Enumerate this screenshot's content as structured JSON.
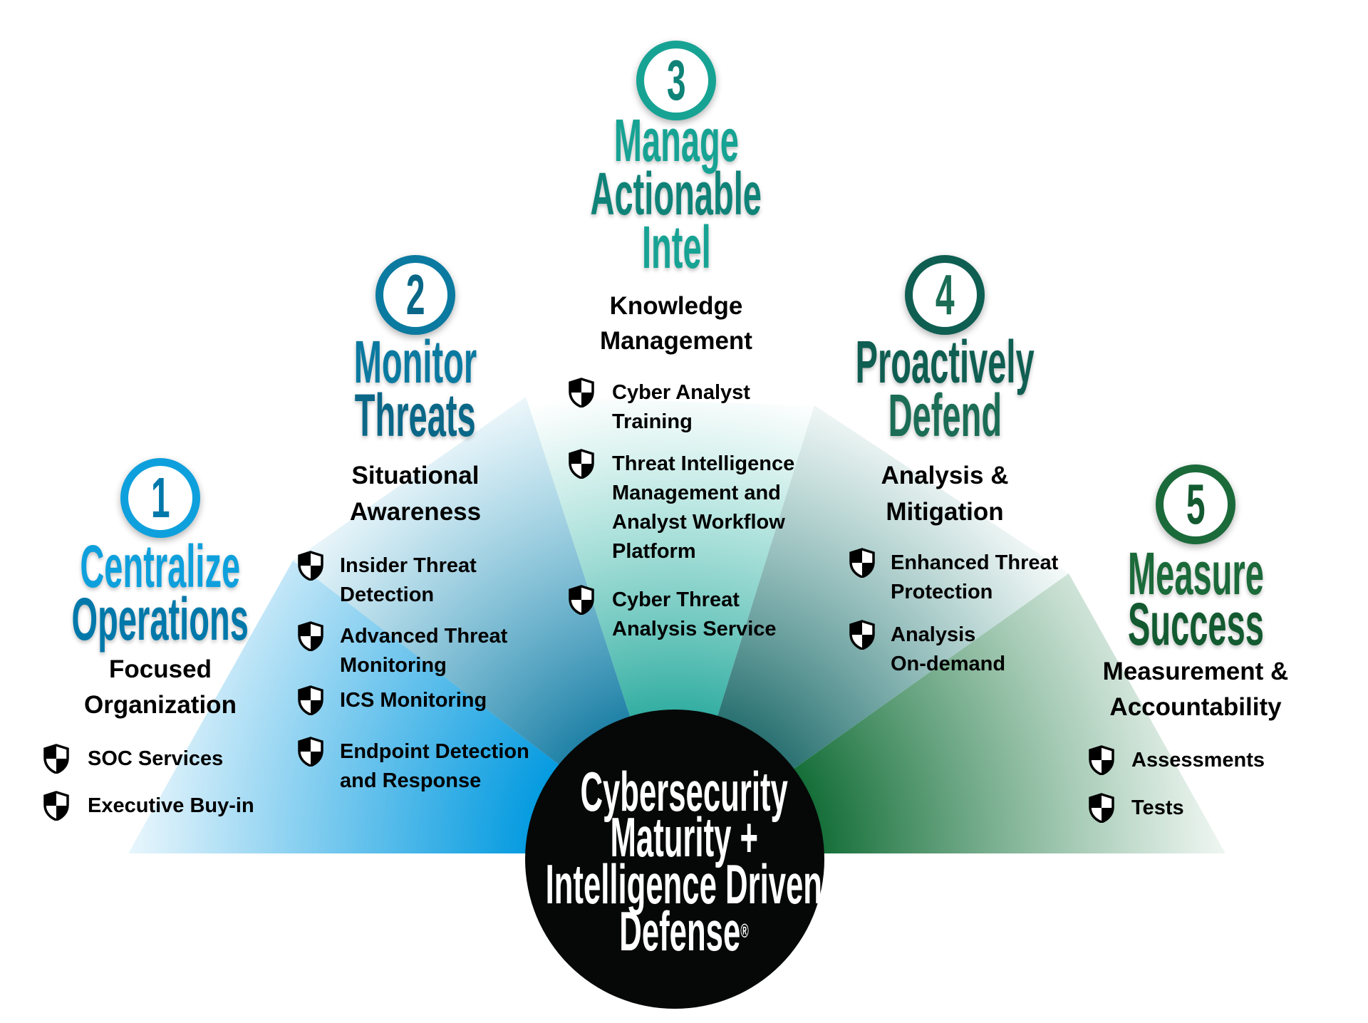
{
  "center": {
    "lines": [
      "Cybersecurity",
      "Maturity +",
      "Intelligence Driven",
      "Defense"
    ],
    "registered_mark": "®"
  },
  "colors": {
    "step1": "#0ea0dc",
    "step2": "#0b7aa0",
    "step3": "#17a394",
    "step4": "#0f5e52",
    "step5": "#1b6a3a"
  },
  "steps": [
    {
      "number": "1",
      "title": [
        "Centralize",
        "Operations"
      ],
      "subtitle": [
        "Focused",
        "Organization"
      ],
      "icon": "shield-icon",
      "items": [
        [
          "SOC Services"
        ],
        [
          "Executive Buy-in"
        ]
      ]
    },
    {
      "number": "2",
      "title": [
        "Monitor",
        "Threats"
      ],
      "subtitle": [
        "Situational",
        "Awareness"
      ],
      "icon": "shield-icon",
      "items": [
        [
          "Insider Threat",
          "Detection"
        ],
        [
          "Advanced Threat",
          "Monitoring"
        ],
        [
          "ICS Monitoring"
        ],
        [
          "Endpoint Detection",
          "and Response"
        ]
      ]
    },
    {
      "number": "3",
      "title": [
        "Manage",
        "Actionable",
        "Intel"
      ],
      "subtitle": [
        "Knowledge",
        "Management"
      ],
      "icon": "shield-icon",
      "items": [
        [
          "Cyber Analyst",
          "Training"
        ],
        [
          "Threat Intelligence",
          "Management and",
          "Analyst Workflow",
          "Platform"
        ],
        [
          "Cyber Threat",
          "Analysis Service"
        ]
      ]
    },
    {
      "number": "4",
      "title": [
        "Proactively",
        "Defend"
      ],
      "subtitle": [
        "Analysis &",
        "Mitigation"
      ],
      "icon": "shield-icon",
      "items": [
        [
          "Enhanced Threat",
          "Protection"
        ],
        [
          "Analysis",
          "On-demand"
        ]
      ]
    },
    {
      "number": "5",
      "title": [
        "Measure",
        "Success"
      ],
      "subtitle": [
        "Measurement &",
        "Accountability"
      ],
      "icon": "shield-icon",
      "items": [
        [
          "Assessments"
        ],
        [
          "Tests"
        ]
      ]
    }
  ]
}
